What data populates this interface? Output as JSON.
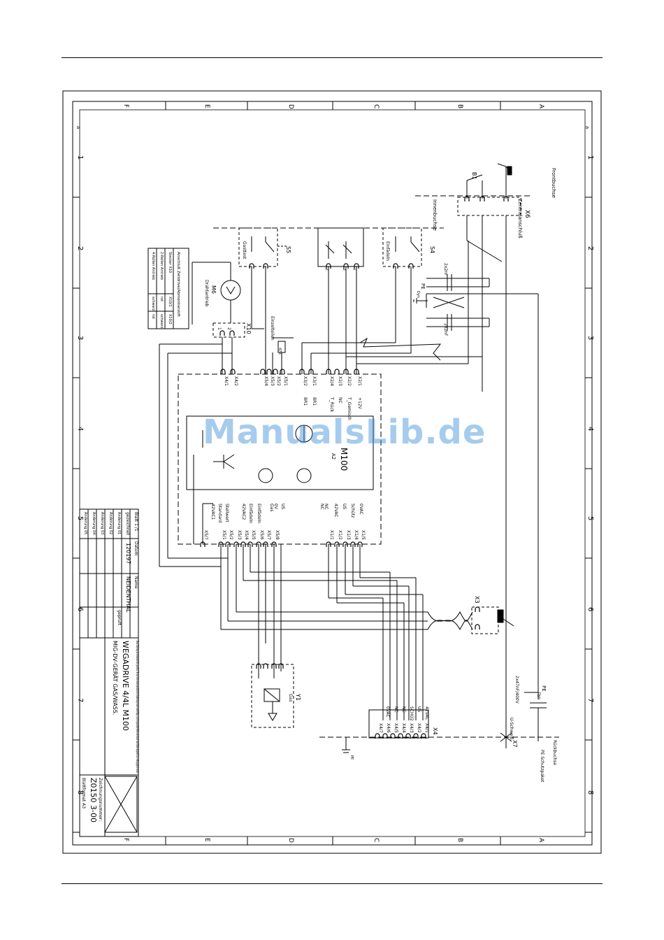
{
  "frame": {
    "rows": [
      "F",
      "E",
      "D",
      "C",
      "B",
      "A"
    ],
    "cols": [
      "1",
      "2",
      "3",
      "4",
      "5",
      "6",
      "7",
      "8"
    ],
    "orientation_marks": [
      "a",
      "a"
    ]
  },
  "components": {
    "b1": "B1",
    "x6": "X6",
    "x6_label": "Zentralanschluß",
    "frontbuchse": "Frontbuchse",
    "innenbuchse": "Innenbuchse",
    "s5": "S5",
    "s5_label": "Gasttest",
    "s4": "S4",
    "s4_label": "Einfädeln",
    "pot_pins": [
      "2",
      "3",
      "1"
    ],
    "motor_m6": "M6",
    "motor_label": "Drahtantrieb",
    "x10": "X10",
    "x10_pins": [
      "1",
      "2"
    ],
    "cap_upper": "2x2nF",
    "cap_lower": "2x2nF",
    "pe_dyn": "PE",
    "pe_dyn_sub": "Dyn",
    "einzelteile": "Einzelteilen",
    "r_value": "47R",
    "x3": "X3",
    "y1": "Y1",
    "y1_label": "Gas",
    "cap_bottom": "2x47nF/400V",
    "pe_bottom": "PE",
    "pe_bottom_sub": "Dyn",
    "x7": "X7",
    "x7_label": "U-Schweiß",
    "rueckbuchse": "Rückbuchse",
    "schutzleiter": "PE Schutzpaket",
    "x4": "X4",
    "pe_ground": "PE"
  },
  "legend_table": {
    "title": "Anschluß Zeitdrive/Abmontierstift",
    "rows": [
      [
        "Stecker X10",
        "X10/1",
        "X10/2"
      ],
      [
        "2-Rollen Antrieb",
        "rot",
        "schwarz"
      ],
      [
        "4-Rollen Antrieb",
        "schwarz",
        "rot"
      ]
    ]
  },
  "board": {
    "name": "M100",
    "ref": "A2",
    "top_connectors": [
      "X4/1",
      "X4/2",
      "X5/4",
      "X5/3",
      "X5/2",
      "X5/1",
      "X3/2",
      "X3/1",
      "X2/4",
      "X2/3",
      "X2/2",
      "X2/1"
    ],
    "top_signals": [
      "BR1",
      "BR1",
      "T_Rück",
      "NC",
      "T_Gemisch",
      "+12V"
    ],
    "bottom_connectors": [
      "X5/7",
      "X5/1",
      "X5/2",
      "X5/3",
      "X5/4",
      "X5/5",
      "X5/6",
      "X5/7",
      "X5/8",
      "X1/1",
      "X1/2",
      "X1/3",
      "X1/4",
      "X1/5"
    ],
    "bottom_signals": [
      "42VAC1",
      "Standard",
      "Stellwert",
      "42VAC2",
      "Einfädeln",
      "Einfädeln",
      "Gas",
      "0V",
      "US",
      "NC",
      "NC",
      "42VAC",
      "US",
      "Schütz",
      "0VAC"
    ]
  },
  "x4_block": {
    "pins": [
      "X4/7",
      "X4/6",
      "X4/5",
      "X4/4",
      "X4/3",
      "X4/2",
      "X4/1"
    ],
    "signals": [
      "0VAC",
      "NC",
      "NC",
      "SCHÜ2",
      "US",
      "42VAC"
    ]
  },
  "title_block": {
    "blatt": "Blatt  1 /1",
    "gezeichnet": "gezeichnet",
    "datum_label": "Datum",
    "datum": "120197",
    "name_label": "Name",
    "name": "NEIDENTHAL",
    "geprueft": "geprüft",
    "aenderungen": [
      "Änderung  01",
      "Änderung  02",
      "Änderung  03",
      "Änderung  04",
      "Änderung  05"
    ],
    "copyright": "Diese Zeichnung ist urheberrechtlich geschützt. Sie darf ohne unsere ausdrückliche Zustimmung weder vervielfältigt, noch in irgendeiner Weise verwendet oder Dritten mitgeteilt bzw. weitergegeben werden.",
    "product": "WEGADRIVE 4/4L M100",
    "subtitle": "MIG-DV-GERÄT GAS/WASS.",
    "zeichnungsnummer_label": "Zeichnungsnummer:",
    "zeichnungsnummer": "Z0150 3-00",
    "format": "Blattformat A3"
  },
  "watermark": "ManualsLib.de"
}
